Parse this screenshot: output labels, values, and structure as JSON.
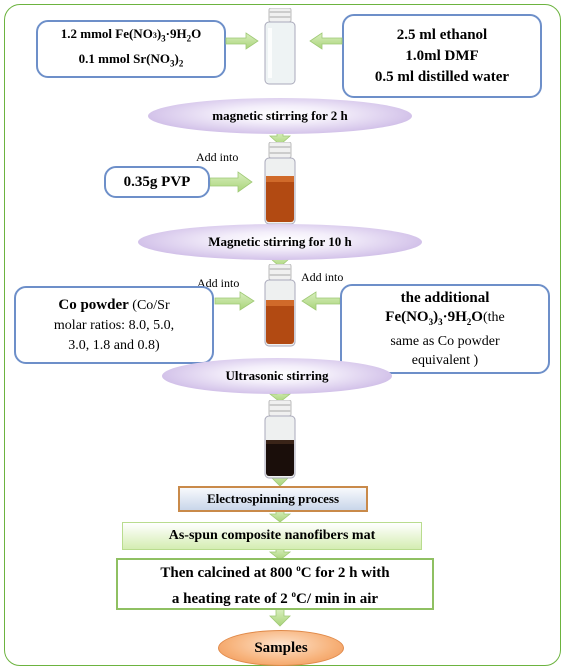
{
  "top_left_box": {
    "line1": "1.2 mmol Fe(NO",
    "line1_sub": "3",
    "line1_end": ")",
    "line1_sub2": "3",
    "line1_tail": "·9H",
    "line1_sub3": "2",
    "line1_tail2": "O",
    "line2": "0.1 mmol Sr(NO",
    "line2_sub": "3",
    "line2_end": ")",
    "line2_sub2": "2"
  },
  "top_right_box": {
    "line1": "2.5 ml ethanol",
    "line2": "1.0ml DMF",
    "line3": "0.5 ml distilled water"
  },
  "step1": "magnetic stirring for 2 h",
  "add_into_1": "Add into",
  "pvp_box": "0.35g PVP",
  "step2": "Magnetic stirring for 10 h",
  "add_into_2": "Add into",
  "add_into_3": "Add into",
  "co_box": {
    "bold": "Co powder",
    "rest1": " (Co/Sr",
    "line2": "molar ratios: 8.0, 5.0,",
    "line3": "3.0, 1.8 and 0.8)"
  },
  "fe_box": {
    "line1": "the additional",
    "line2a": "Fe(NO",
    "line2_sub": "3",
    "line2b": ")",
    "line2_sub2": "3",
    "line2c": "·9H",
    "line2_sub3": "2",
    "line2d": "O",
    "line2_rest": "(the",
    "line3": "same as Co powder",
    "line4": "equivalent )"
  },
  "step3": "Ultrasonic stirring",
  "electrospinning": "Electrospinning process",
  "mat": "As-spun composite nanofibers mat",
  "calcined": {
    "line1a": "Then calcined at 800 ",
    "line1_sup": "o",
    "line1b": "C for 2 h with",
    "line2a": "a heating rate of 2 ",
    "line2_sup": "o",
    "line2b": "C/ min in air"
  },
  "samples": "Samples",
  "colors": {
    "frame": "#6cb33f",
    "box_border": "#6d8fc9",
    "ellipse": "#b9a1dc",
    "arrow": "#a9d47a",
    "electro_border": "#c98a4a",
    "samples": "#f5a86a"
  }
}
